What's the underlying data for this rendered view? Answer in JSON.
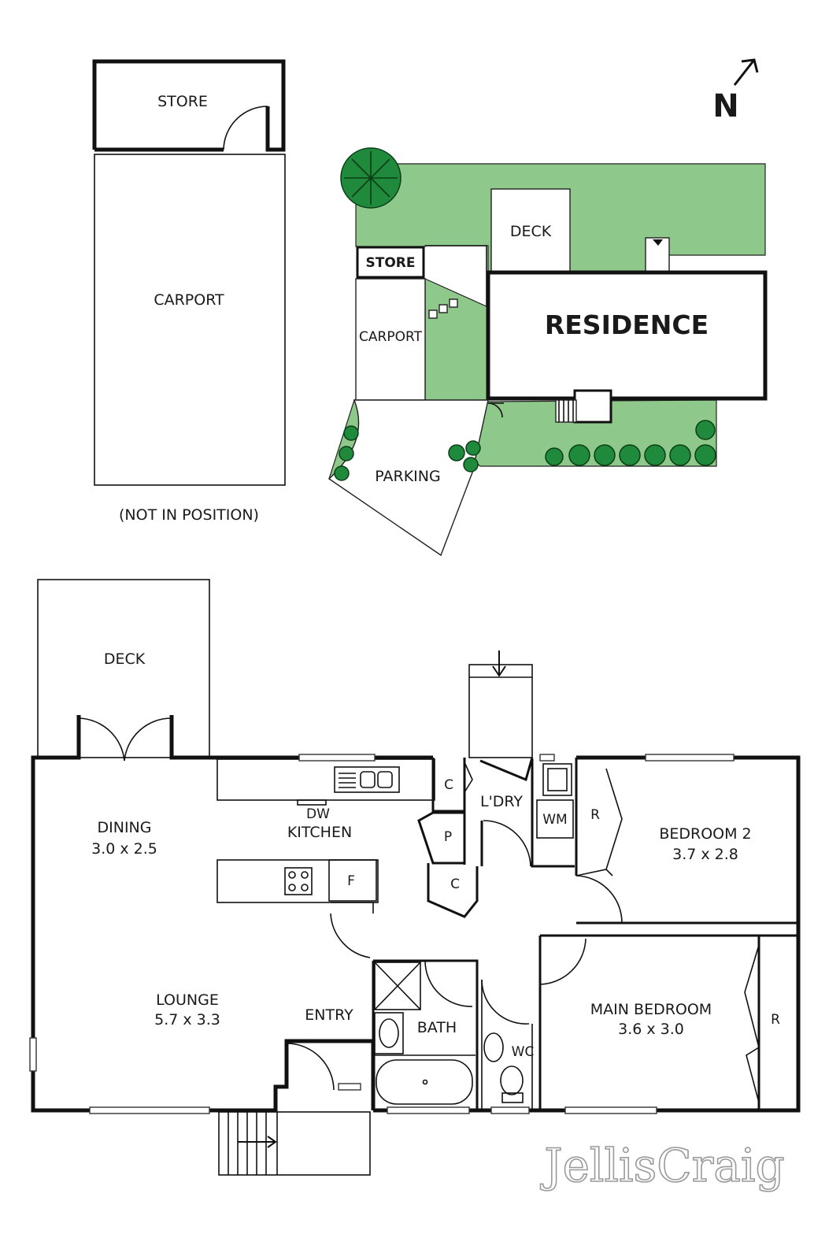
{
  "site_plan": {
    "store_label": "STORE",
    "carport_label": "CARPORT",
    "deck_label": "DECK",
    "residence_label": "RESIDENCE",
    "parking_label": "PARKING"
  },
  "detached": {
    "store_label": "STORE",
    "carport_label": "CARPORT",
    "note": "(NOT IN POSITION)"
  },
  "compass": {
    "label": "N"
  },
  "floor_plan": {
    "deck": "DECK",
    "dining": {
      "name": "DINING",
      "size": "3.0 x 2.5"
    },
    "kitchen": {
      "name": "KITCHEN",
      "dw": "DW",
      "fridge": "F"
    },
    "lounge": {
      "name": "LOUNGE",
      "size": "5.7 x 3.3"
    },
    "entry": "ENTRY",
    "laundry": "L'DRY",
    "wm": "WM",
    "cupboard": "C",
    "pantry": "P",
    "robe": "R",
    "bath": "BATH",
    "wc": "WC",
    "bedroom2": {
      "name": "BEDROOM 2",
      "size": "3.7 x 2.8"
    },
    "main_bedroom": {
      "name": "MAIN BEDROOM",
      "size": "3.6 x 3.0"
    }
  },
  "brand": {
    "watermark": "JellisCraig"
  },
  "colors": {
    "grass": "#8ec88a",
    "tree": "#1f8a3c",
    "wall": "#111111"
  }
}
